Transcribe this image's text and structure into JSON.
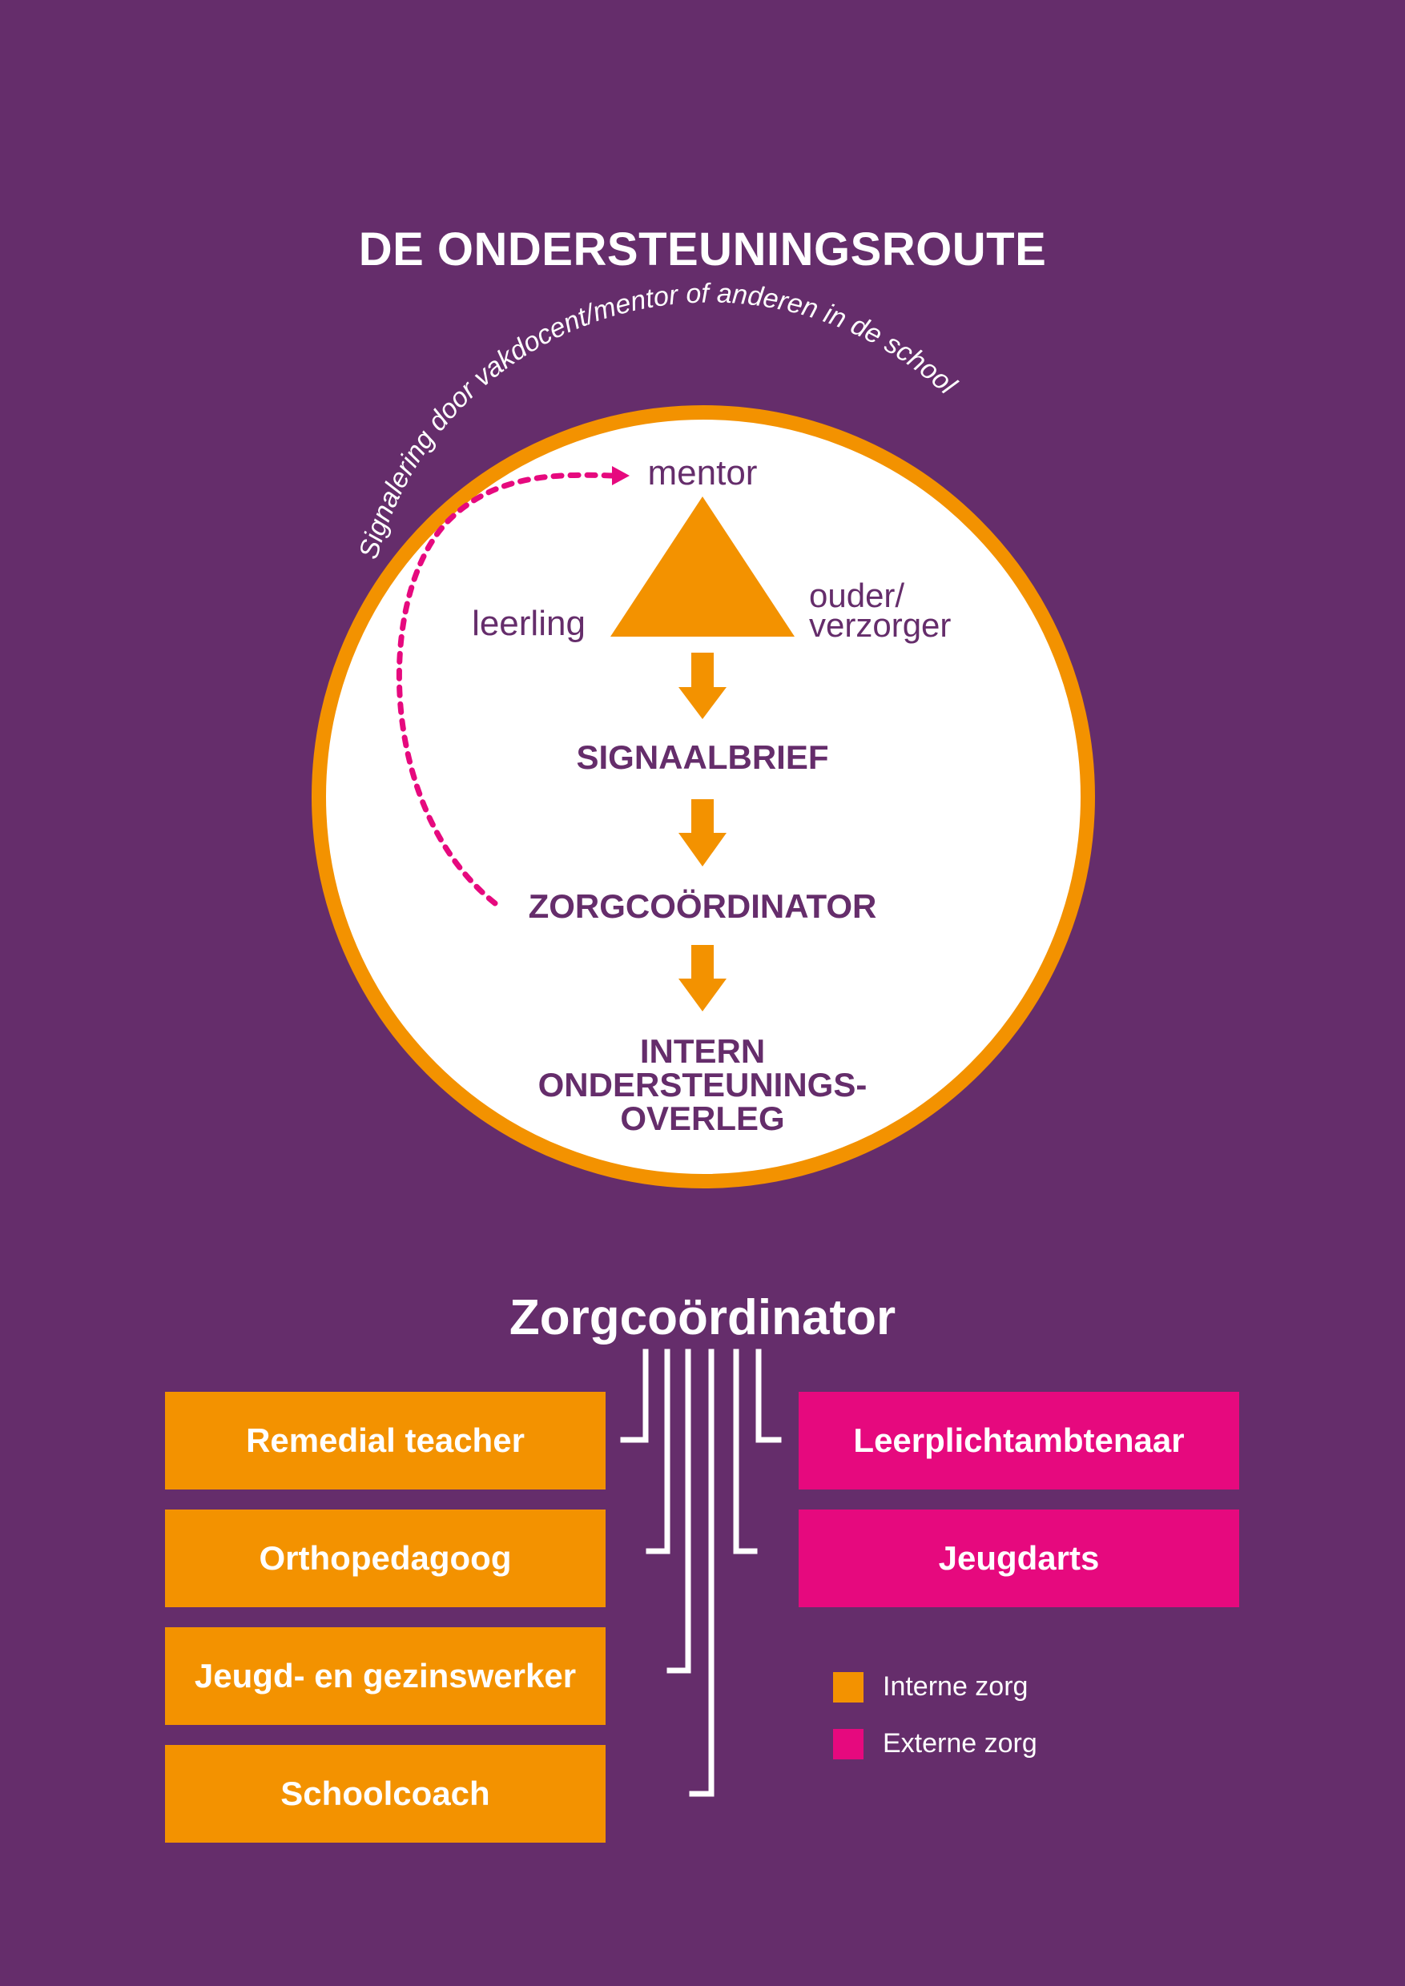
{
  "colors": {
    "background": "#652d6b",
    "orange": "#f39200",
    "magenta": "#e6097e",
    "purple_text": "#652d6b",
    "white": "#ffffff"
  },
  "title": "DE ONDERSTEUNINGSROUTE",
  "circle": {
    "arc_text": "Signalering door vakdocent/mentor of anderen in de school",
    "triangle": {
      "top": "mentor",
      "left": "leerling",
      "right_line1": "ouder/",
      "right_line2": "verzorger"
    },
    "steps": {
      "step1": "SIGNAALBRIEF",
      "step2": "ZORGCOÖRDINATOR",
      "step3_line1": "INTERN",
      "step3_line2": "ONDERSTEUNINGS-",
      "step3_line3": "OVERLEG"
    }
  },
  "coordinator": {
    "heading": "Zorgcoördinator",
    "internal": [
      {
        "label": "Remedial teacher",
        "type": "interne"
      },
      {
        "label": "Orthopedagoog",
        "type": "interne"
      },
      {
        "label": "Jeugd- en gezinswerker",
        "type": "interne"
      },
      {
        "label": "Schoolcoach",
        "type": "interne"
      }
    ],
    "external": [
      {
        "label": "Leerplichtambtenaar",
        "type": "externe"
      },
      {
        "label": "Jeugdarts",
        "type": "externe"
      }
    ]
  },
  "legend": [
    {
      "label": "Interne zorg",
      "color": "#f39200"
    },
    {
      "label": "Externe zorg",
      "color": "#e6097e"
    }
  ]
}
